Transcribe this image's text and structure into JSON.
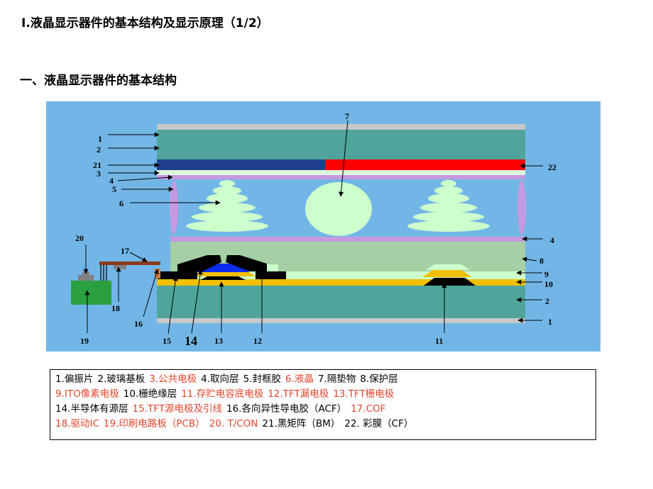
{
  "title": "Ⅰ.液晶显示器件的基本结构及显示原理（1/2）",
  "subtitle": "一、液晶显示器件的基本结构",
  "colors": {
    "background": "#72b6e8",
    "polarizer": "#c8c8c8",
    "glass": "#4fa59b",
    "black_matrix": "#1e3f8c",
    "color_filter": "#ff0000",
    "alignment": "#c59ae0",
    "liquid_crystal": "#ccffcc",
    "passivation": "#a5d0a5",
    "gate_insulator": "#f0c000",
    "highlight_red": "#e2452a"
  },
  "diagram_labels": {
    "n1": "1",
    "n1b": "1",
    "n2": "2",
    "n2b": "2",
    "n3": "3",
    "n4": "4",
    "n4b": "4",
    "n5": "5",
    "n6": "6",
    "n7": "7",
    "n8": "8",
    "n9": "9",
    "n10": "10",
    "n11": "11",
    "n12": "12",
    "n13": "13",
    "n14": "14",
    "n15": "15",
    "n16": "16",
    "n17": "17",
    "n18": "18",
    "n19": "19",
    "n20": "20",
    "n21": "21",
    "n22": "22"
  },
  "legend": {
    "line1": [
      {
        "text": "1.偏振片",
        "red": false
      },
      {
        "text": "2.玻璃基板",
        "red": false
      },
      {
        "text": "3.公共电极",
        "red": true
      },
      {
        "text": "4.取向层",
        "red": false
      },
      {
        "text": "5.封框胶",
        "red": false
      },
      {
        "text": "6.液晶",
        "red": true
      },
      {
        "text": "7.隔垫物",
        "red": false
      },
      {
        "text": "8.保护层",
        "red": false
      }
    ],
    "line2": [
      {
        "text": "9.ITO像素电极",
        "red": true
      },
      {
        "text": "10.栅绝缘层",
        "red": false
      },
      {
        "text": "11.存贮电容底电极",
        "red": true
      },
      {
        "text": "12.TFT漏电极",
        "red": true
      },
      {
        "text": "13.TFT栅电极",
        "red": true
      }
    ],
    "line3": [
      {
        "text": "14.半导体有源层",
        "red": false
      },
      {
        "text": "15.TFT源电极及引线",
        "red": true
      },
      {
        "text": "16.各向异性导电胶（ACF）",
        "red": false
      },
      {
        "text": "17.COF",
        "red": true
      }
    ],
    "line4": [
      {
        "text": "18.驱动IC",
        "red": true
      },
      {
        "text": "19.印刷电路板（PCB）",
        "red": true
      },
      {
        "text": "20. T/CON",
        "red": true
      },
      {
        "text": "21.黑矩阵（BM）",
        "red": false
      },
      {
        "text": "22. 彩膜（CF）",
        "red": false
      }
    ]
  }
}
